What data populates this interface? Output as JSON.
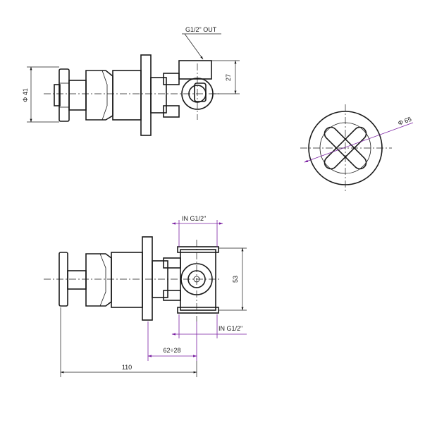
{
  "labels": {
    "top_out": "G1/2\" OUT",
    "dim_27": "27",
    "dim_41": "Φ 41",
    "dim_65": "Φ 65",
    "in_top": "IN  G1/2\"",
    "in_bottom": "IN  G1/2\"",
    "dim_53": "53",
    "dim_62_28": "62÷28",
    "dim_110": "110"
  },
  "colors": {
    "line": "#1a1a1a",
    "dimension_purple": "#7a1fa2"
  }
}
